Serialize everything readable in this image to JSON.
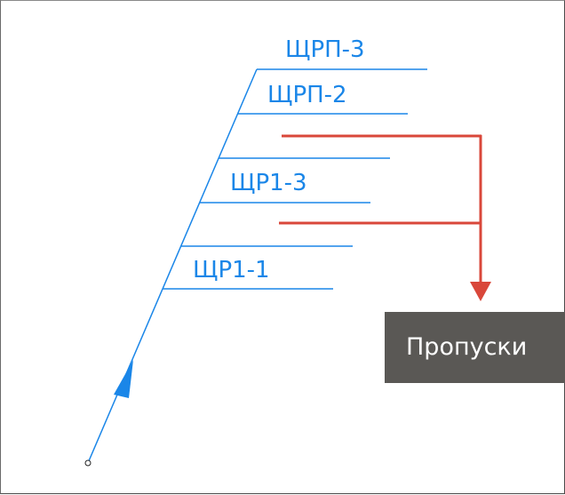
{
  "diagram": {
    "labels": {
      "shrp3": "ЩРП-3",
      "shrp2": "ЩРП-2",
      "shr13": "ЩР1-3",
      "shr11": "ЩР1-1"
    },
    "callout": {
      "text": "Пропуски"
    },
    "colors": {
      "cable": "#1a86e8",
      "pointer": "#d9473a",
      "callout_bg": "#5a5855"
    }
  }
}
